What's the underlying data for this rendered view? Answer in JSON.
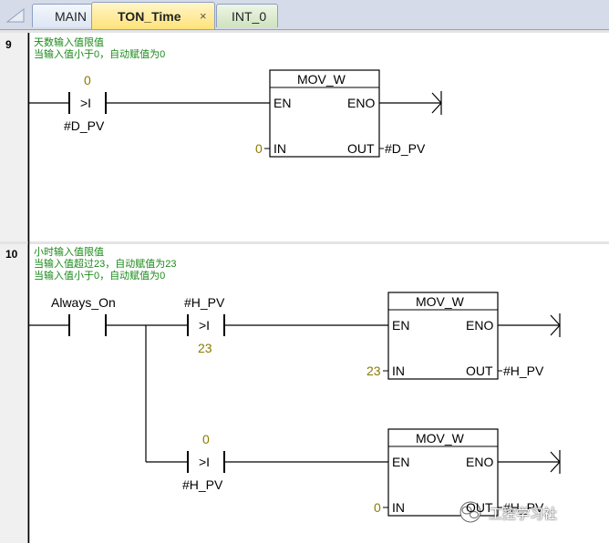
{
  "tabs": {
    "main": "MAIN",
    "ton_time": "TON_Time",
    "close": "×",
    "int_0": "INT_0"
  },
  "network9": {
    "number": "9",
    "comment1": "天数输入值限值",
    "comment2": "当输入值小于0，自动赋值为0",
    "contact_top": "0",
    "contact_op": ">I",
    "contact_bottom": "#D_PV",
    "box_title": "MOV_W",
    "en": "EN",
    "eno": "ENO",
    "in": "IN",
    "out": "OUT",
    "in_value": "0",
    "out_value": "#D_PV"
  },
  "network10": {
    "number": "10",
    "comment1": "小时输入值限值",
    "comment2": "当输入值超过23，自动赋值为23",
    "comment3": "当输入值小于0，自动赋值为0",
    "contact_always": "Always_On",
    "c1_top": "#H_PV",
    "c1_op": ">I",
    "c1_bottom": "23",
    "box1_title": "MOV_W",
    "box1_en": "EN",
    "box1_eno": "ENO",
    "box1_in": "IN",
    "box1_out": "OUT",
    "box1_in_value": "23",
    "box1_out_value": "#H_PV",
    "c2_top": "0",
    "c2_op": ">I",
    "c2_bottom": "#H_PV",
    "box2_title": "MOV_W",
    "box2_en": "EN",
    "box2_eno": "ENO",
    "box2_in": "IN",
    "box2_out": "OUT",
    "box2_in_value": "0",
    "box2_out_value": "#H_PV"
  },
  "watermark": "工控学习社",
  "colors": {
    "comment": "#1a8a1a",
    "constant": "#8a7a00",
    "active_tab": "#ffe27a"
  }
}
